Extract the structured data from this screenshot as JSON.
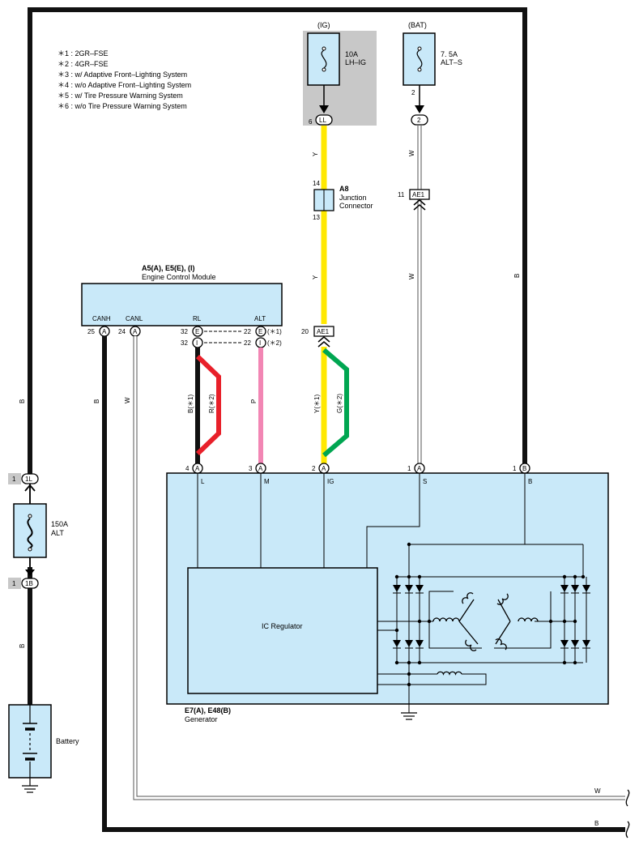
{
  "notes": [
    "＊1 : 2GR–FSE",
    "＊2 : 4GR–FSE",
    "＊3 : w/ Adaptive Front–Lighting System",
    "＊4 : w/o Adaptive Front–Lighting System",
    "＊5 : w/ Tire Pressure Warning System",
    "＊6 : w/o Tire Pressure Warning System"
  ],
  "fuse_ig": {
    "source": "(IG)",
    "rating": "10A",
    "name": "LH–IG",
    "pin": "6",
    "conn": "LL"
  },
  "fuse_bat": {
    "source": "(BAT)",
    "rating": "7. 5A",
    "name": "ALT–S",
    "pin_top": "2",
    "pin": "2",
    "conn": "2"
  },
  "fuse_alt": {
    "rating": "150A",
    "name": "ALT",
    "top_pin": "1",
    "top_conn": "1L",
    "bot_pin": "1",
    "bot_conn": "1B"
  },
  "junction": {
    "id": "A8",
    "name1": "Junction",
    "name2": "Connector",
    "pin_top": "14",
    "pin_bot": "13"
  },
  "ae1_upper": {
    "pin": "11",
    "label": "AE1"
  },
  "ae1_lower": {
    "pin": "20",
    "label": "AE1"
  },
  "ecm": {
    "id": "A5(A), E5(E), (I)",
    "name": "Engine Control Module",
    "terminals": [
      "CANH",
      "CANL",
      "RL",
      "ALT"
    ],
    "pins": [
      {
        "num": "25",
        "conn": "A"
      },
      {
        "num": "24",
        "conn": "A"
      },
      {
        "num": "32",
        "conn": "E"
      },
      {
        "num": "32",
        "conn": "I"
      },
      {
        "num": "22",
        "conn": "E",
        "note": "(＊1)"
      },
      {
        "num": "22",
        "conn": "I",
        "note": "(＊2)"
      }
    ]
  },
  "generator": {
    "id": "E7(A), E48(B)",
    "name": "Generator",
    "regulator": "IC Regulator",
    "pins": [
      {
        "num": "4",
        "conn": "A",
        "terminal": "L"
      },
      {
        "num": "3",
        "conn": "A",
        "terminal": "M"
      },
      {
        "num": "2",
        "conn": "A",
        "terminal": "IG"
      },
      {
        "num": "1",
        "conn": "A",
        "terminal": "S"
      },
      {
        "num": "1",
        "conn": "B",
        "terminal": "B"
      }
    ]
  },
  "wire_labels": {
    "y_top": "Y",
    "w_top": "W",
    "y_mid": "Y",
    "w_mid": "W",
    "b_right": "B",
    "b_left_upper": "B",
    "b_left_lower": "B",
    "b_canh": "B",
    "w_canl": "W",
    "b1": "B(＊1)",
    "r2": "R(＊2)",
    "p": "P",
    "y1": "Y(＊1)",
    "g2": "G(＊2)",
    "w_bottom": "W",
    "b_bottom": "B"
  },
  "battery": "Battery",
  "colors": {
    "yellow": "#FFE800",
    "green": "#00A651",
    "red": "#E8202A",
    "pink": "#F286B4",
    "black": "#111111",
    "box": "#C9E9F9",
    "gray": "#C8C8C8"
  }
}
